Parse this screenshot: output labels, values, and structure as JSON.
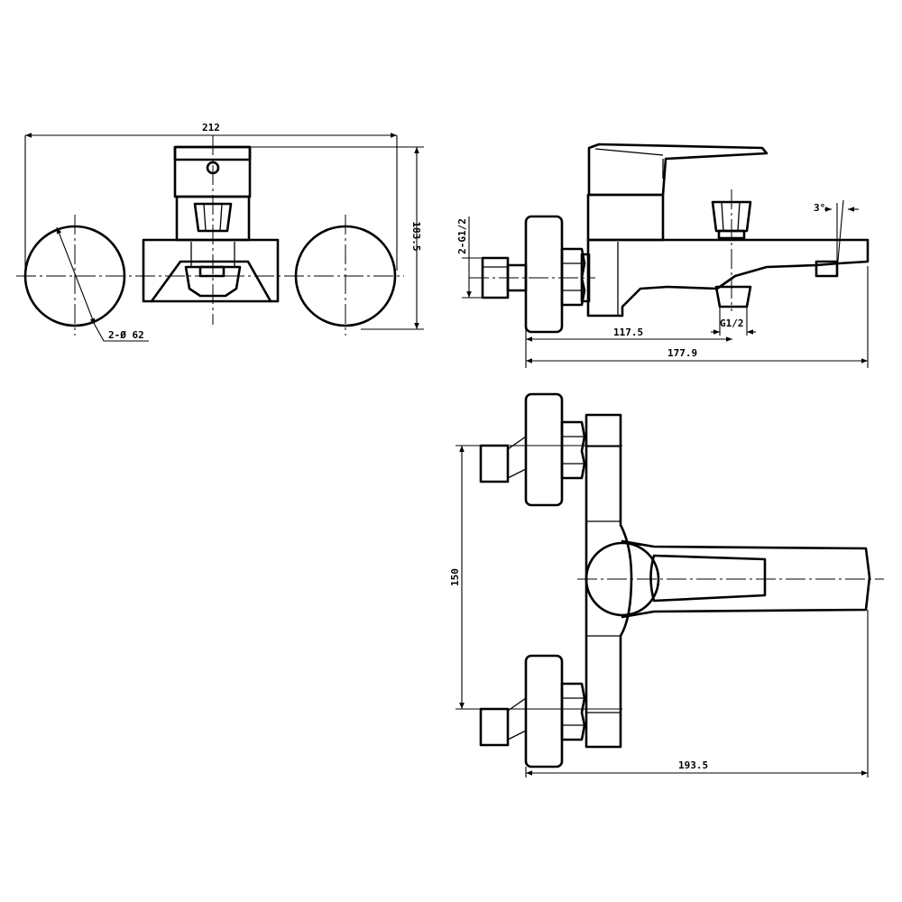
{
  "dimensions": {
    "front_width": "212",
    "front_height": "183.5",
    "flange_diameter": "2-Ø 62",
    "inlet_thread": "2-G1/2",
    "outlet_thread": "G1/2",
    "spout_angle": "3°",
    "side_depth_outlet": "117.5",
    "side_depth_total": "177.9",
    "centre_distance": "150",
    "top_depth": "193.5"
  }
}
